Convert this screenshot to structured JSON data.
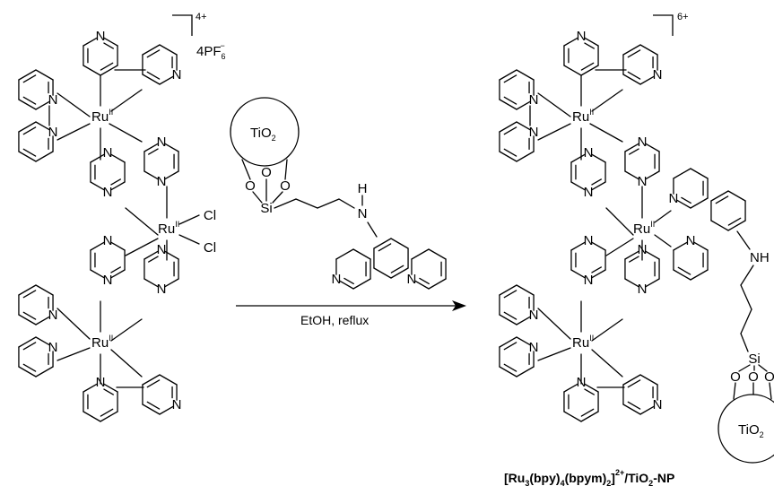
{
  "reactant": {
    "charge": "4+",
    "counterion": {
      "base": "4PF",
      "subscript": "6",
      "superscript": "−"
    },
    "metal": "Ru",
    "oxidation_state": "II",
    "nitrogen": "N",
    "chloride": "Cl"
  },
  "reagent": {
    "particle": {
      "base": "TiO",
      "subscript": "2"
    },
    "oxygen": "O",
    "silicon": "Si",
    "nh": "N",
    "h": "H",
    "nitrogen": "N"
  },
  "arrow": {
    "conditions": "EtOH, reflux"
  },
  "product": {
    "charge": "6+",
    "metal": "Ru",
    "oxidation_state": "II",
    "nitrogen": "N",
    "nh": "NH",
    "silicon": "Si",
    "oxygen": "O",
    "particle": {
      "base": "TiO",
      "subscript": "2"
    },
    "label": {
      "parts": [
        "[Ru",
        "3",
        "(bpy)",
        "4",
        "(bpym)",
        "2",
        "]",
        "2+",
        "/TiO",
        "2",
        "-NP"
      ]
    }
  }
}
